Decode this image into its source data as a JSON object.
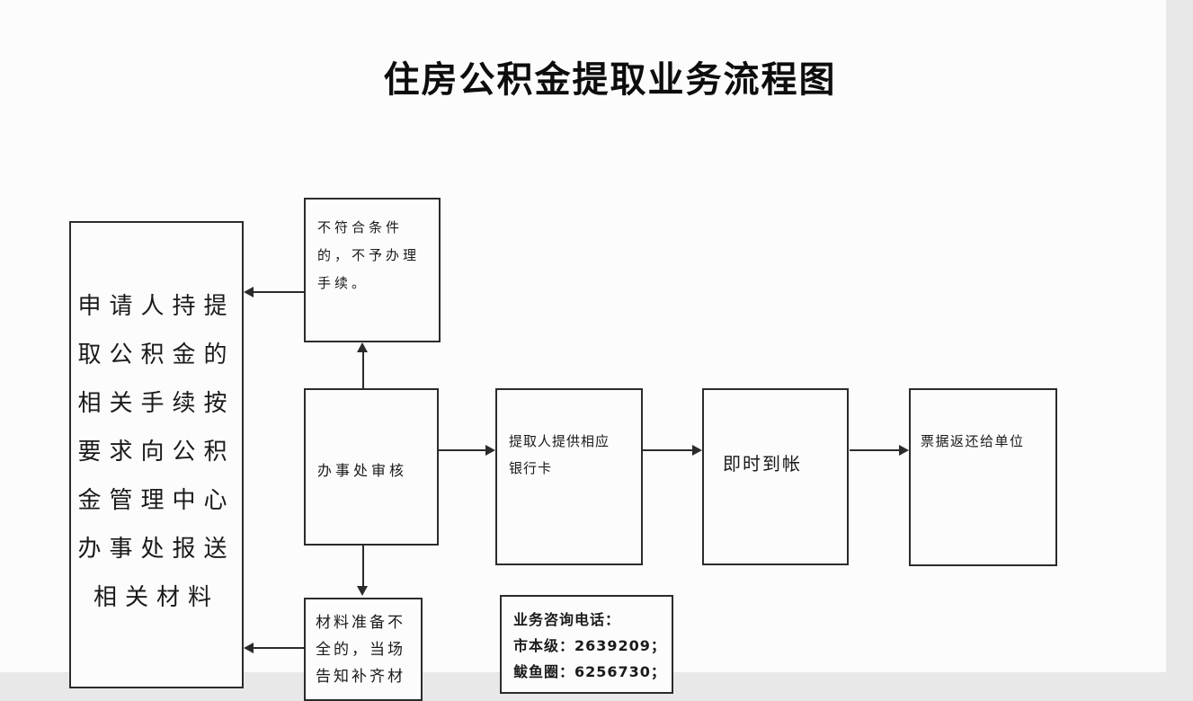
{
  "title": "住房公积金提取业务流程图",
  "colors": {
    "line": "#2b2b2b",
    "text": "#1a1a1a",
    "background": "#fcfcfc"
  },
  "boxes": {
    "applicant": {
      "lines": [
        "申请人持提",
        "取公积金的",
        "相关手续按",
        "要求向公积",
        "金管理中心",
        "办事处报送",
        "相关材料"
      ]
    },
    "reject": {
      "lines": [
        "不符合条件",
        "的，不予办理",
        "手续。"
      ]
    },
    "review": {
      "label": "办事处审核"
    },
    "bankcard": {
      "lines": [
        "提取人提供相应",
        "银行卡"
      ]
    },
    "instant": {
      "label": "即时到帐"
    },
    "receipt": {
      "label": "票据返还给单位"
    },
    "incomplete": {
      "lines": [
        "材料准备不",
        "全的，当场",
        "告知补齐材"
      ]
    },
    "phone": {
      "lines": [
        "业务咨询电话：",
        "市本级：2639209；",
        "鲅鱼圈：6256730；"
      ]
    }
  }
}
